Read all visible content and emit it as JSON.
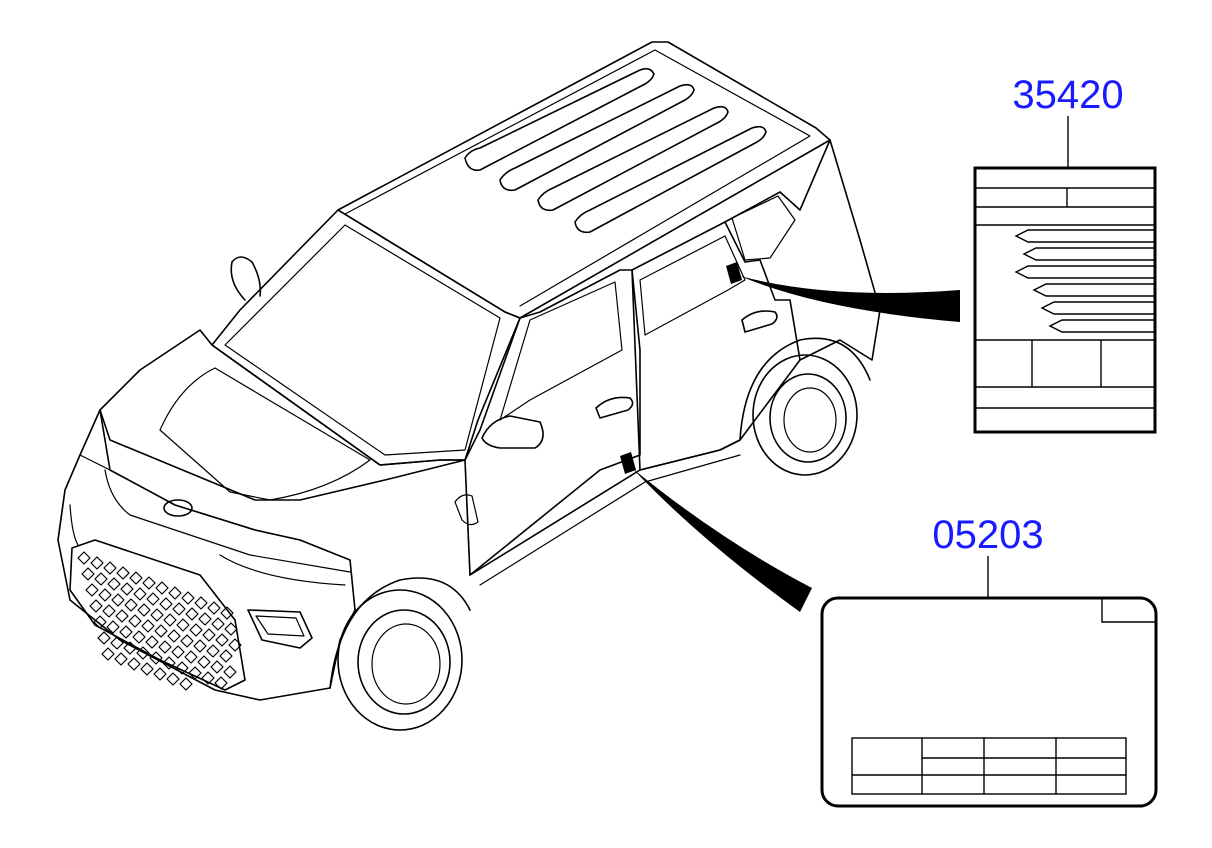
{
  "callouts": [
    {
      "part_number": "35420",
      "label_kind": "emission-label"
    },
    {
      "part_number": "05203",
      "label_kind": "vehicle-info-label"
    }
  ],
  "colors": {
    "part_number_text": "#1a1aff",
    "line": "#000000",
    "background": "#ffffff"
  }
}
